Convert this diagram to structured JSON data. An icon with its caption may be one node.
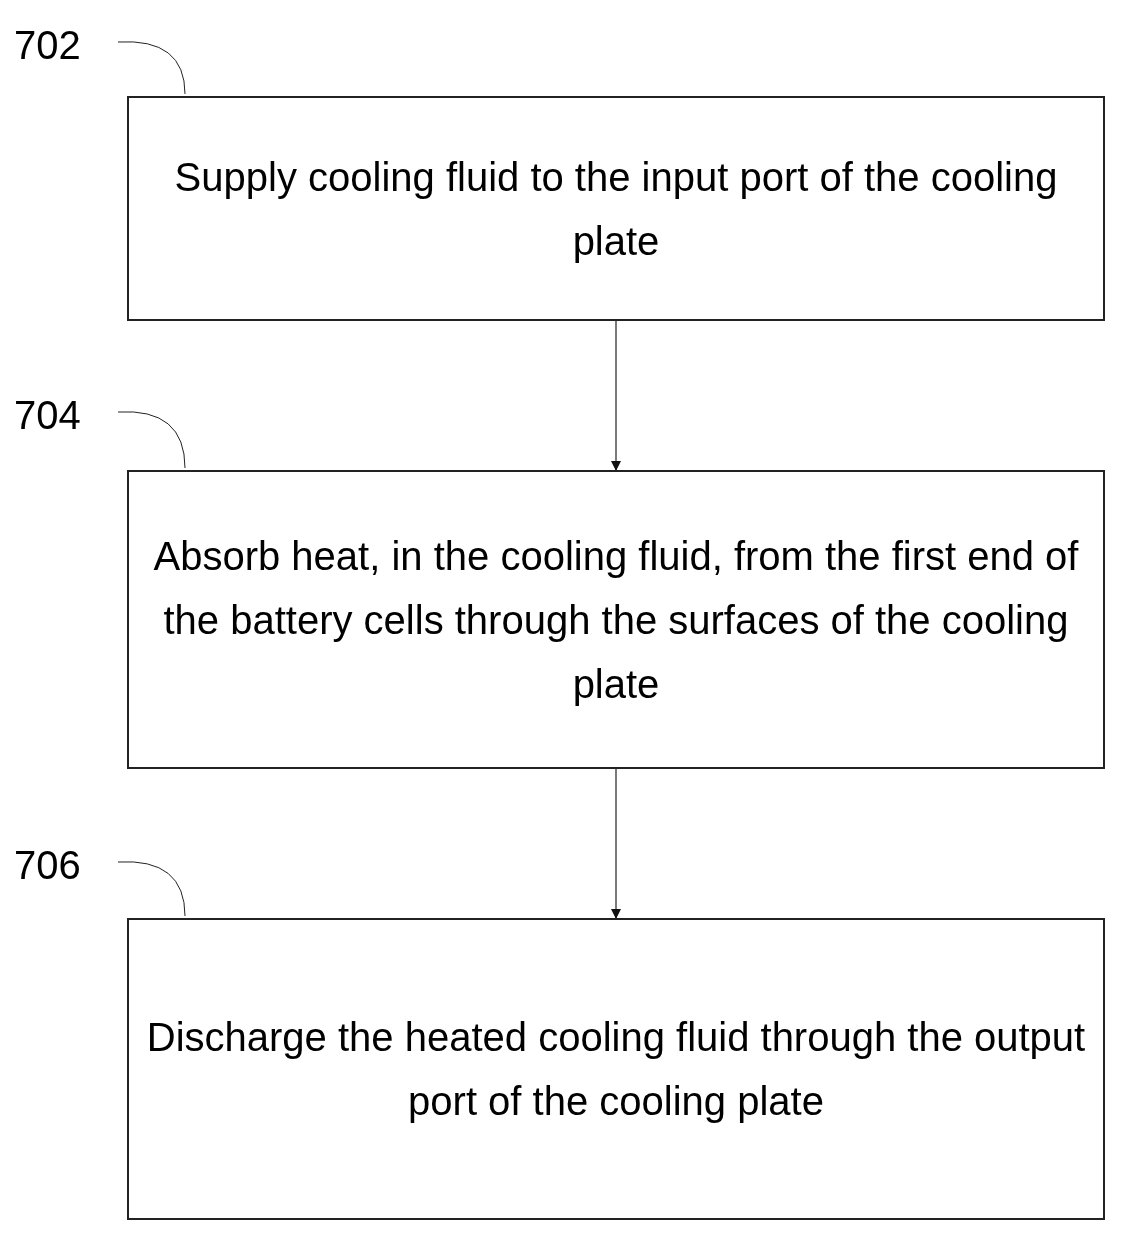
{
  "diagram": {
    "nodes": [
      {
        "text": [
          "702"
        ]
      },
      {
        "text": [
          "Supply cooling fluid to the input port of the cooling plate"
        ]
      },
      {
        "text": [
          "704"
        ]
      },
      {
        "text": [
          "Absorb heat, in the cooling fluid, from the first end of the battery cells through the surfaces of the cooling plate"
        ]
      },
      {
        "text": [
          "706"
        ]
      },
      {
        "text": [
          "Discharge the heated cooling fluid through the output port of the cooling plate"
        ]
      }
    ],
    "edges": [
      {
        "from": 0,
        "to": 1,
        "arrow": "none"
      },
      {
        "from": 2,
        "to": 3,
        "arrow": "none"
      },
      {
        "from": 4,
        "to": 5,
        "arrow": "none"
      },
      {
        "from": 1,
        "to": 3,
        "arrow": "to"
      },
      {
        "from": 3,
        "to": 5,
        "arrow": "to"
      }
    ]
  }
}
